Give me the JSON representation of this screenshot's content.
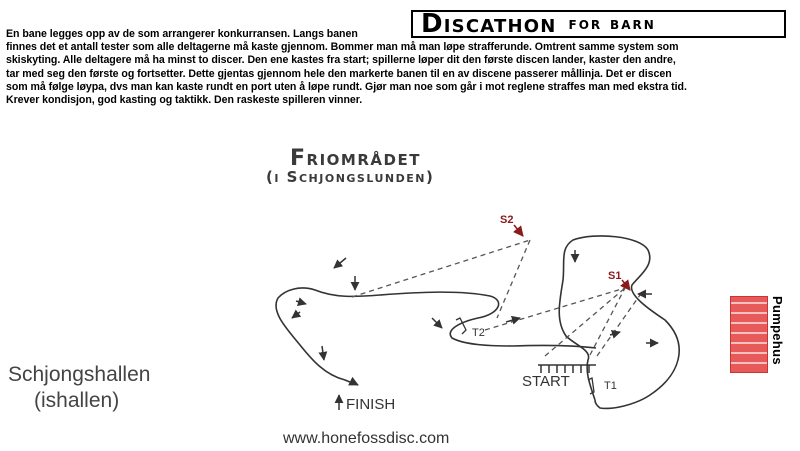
{
  "header": {
    "title": "Discathon",
    "title_suffix": "for barn"
  },
  "intro": {
    "lines": [
      "En bane legges opp av de som arrangerer konkurransen. Langs banen",
      "finnes det et antall tester som alle deltagerne må kaste gjennom. Bommer man må man løpe strafferunde. Omtrent samme system som",
      "skiskyting. Alle deltagere må ha minst to discer. Den ene kastes fra start; spillerne løper dit den første discen lander, kaster den andre,",
      "tar med seg den første og fortsetter. Dette gjentas gjennom hele den markerte banen til en av discene passerer mållinja. Det er discen",
      "som må følge løypa, dvs man kan kaste rundt en port uten å løpe rundt. Gjør man noe som går i mot reglene straffes man med ekstra tid.",
      "Krever kondisjon, god kasting og taktikk. Den raskeste spilleren vinner."
    ]
  },
  "map": {
    "title": "Friområdet",
    "subtitle": "(i Schjongslunden)",
    "hall_line1": "Schjongshallen",
    "hall_line2": "(ishallen)",
    "start_label": "START",
    "finish_label": "FINISH",
    "t1_label": "T1",
    "t2_label": "T2",
    "s1_label": "S1",
    "s2_label": "S2",
    "pumphouse_label": "Pumpehus",
    "colors": {
      "course": "#333333",
      "marker": "#8b1a1a",
      "brick": "#e85a5a"
    }
  },
  "footer": {
    "website": "www.honefossdisc.com"
  }
}
